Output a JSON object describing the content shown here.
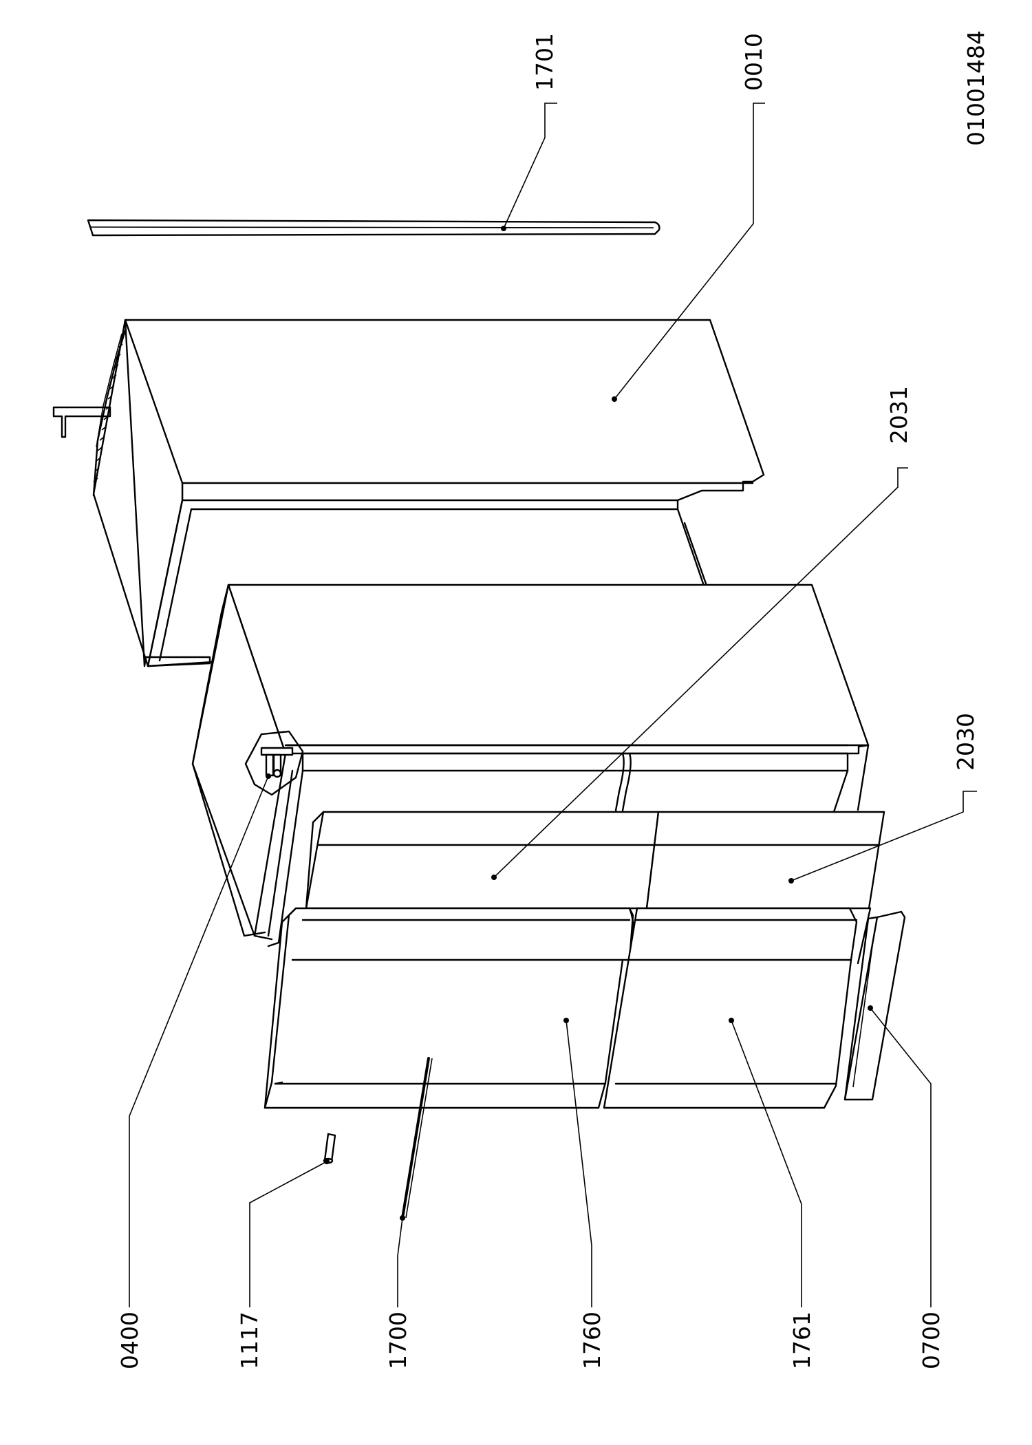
{
  "document_number": "01001484",
  "parts": [
    {
      "id": "p0400",
      "label": "0400"
    },
    {
      "id": "p1117",
      "label": "1117"
    },
    {
      "id": "p1700",
      "label": "1700"
    },
    {
      "id": "p1760",
      "label": "1760"
    },
    {
      "id": "p1761",
      "label": "1761"
    },
    {
      "id": "p0700",
      "label": "0700"
    },
    {
      "id": "p2030",
      "label": "2030"
    },
    {
      "id": "p2031",
      "label": "2031"
    },
    {
      "id": "p0010",
      "label": "0010"
    },
    {
      "id": "p1701",
      "label": "1701"
    }
  ]
}
